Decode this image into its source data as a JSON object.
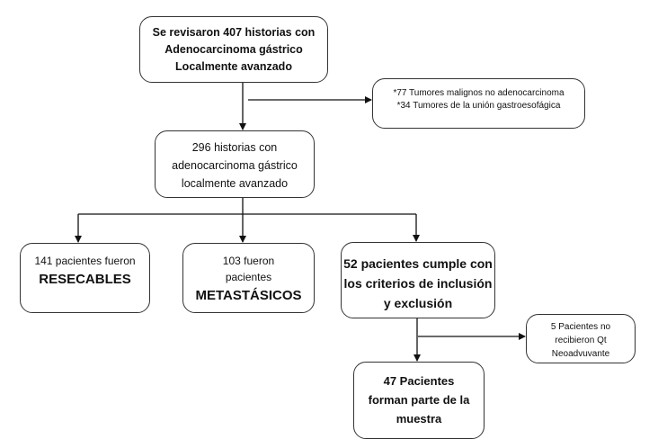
{
  "diagram": {
    "type": "flowchart",
    "nodes": {
      "reviewed": {
        "lines": [
          "Se revisaron 407 historias con",
          "Adenocarcinoma gástrico",
          "Localmente avanzado"
        ]
      },
      "excluded_tumors": {
        "lines": [
          "*77 Tumores malignos no adenocarcinoma",
          "*34 Tumores de la unión gastroesofágica"
        ]
      },
      "eligible": {
        "lines": [
          "296 historias con",
          "adenocarcinoma gástrico",
          "localmente avanzado"
        ]
      },
      "resectable": {
        "lines": [
          "141 pacientes fueron"
        ],
        "emphasis": "RESECABLES"
      },
      "metastatic": {
        "lines": [
          "103 fueron",
          "pacientes"
        ],
        "emphasis": "METASTÁSICOS"
      },
      "criteria": {
        "lines": [
          "52 pacientes cumple con",
          "los criterios de inclusión",
          "y exclusión"
        ]
      },
      "no_neoadjuvant": {
        "lines": [
          "5 Pacientes no",
          "recibieron Qt",
          "Neoadvuvante"
        ]
      },
      "sample": {
        "lines": [
          "47 Pacientes",
          "forman parte de la",
          "muestra"
        ]
      }
    },
    "edges": [
      {
        "from": "reviewed",
        "to": "eligible"
      },
      {
        "from": "reviewed",
        "to": "excluded_tumors"
      },
      {
        "from": "eligible",
        "to": "resectable"
      },
      {
        "from": "eligible",
        "to": "metastatic"
      },
      {
        "from": "eligible",
        "to": "criteria"
      },
      {
        "from": "criteria",
        "to": "sample"
      },
      {
        "from": "criteria",
        "to": "no_neoadjuvant"
      }
    ],
    "colors": {
      "line": "#111111",
      "box_border": "#333333",
      "background": "#ffffff"
    }
  }
}
